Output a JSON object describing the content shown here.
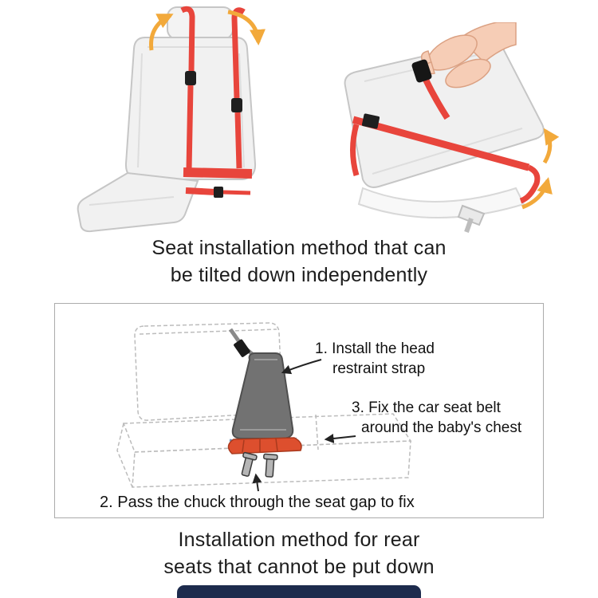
{
  "section_top": {
    "caption_line1": "Seat installation method that can",
    "caption_line2": "be tilted down independently",
    "illustrations": {
      "left": "car-seat-front-with-red-straps",
      "right": "folded-seatback-hands-attaching-strap"
    }
  },
  "section_bottom": {
    "caption_line1": "Installation method for rear",
    "caption_line2": "seats that cannot be put down",
    "illustration": "rear-bench-with-child-pad-dashed",
    "steps": {
      "step1_line1": "1. Install the head",
      "step1_line2": "restraint strap",
      "step2": "2. Pass the chuck through the seat gap to fix",
      "step3_line1": "3. Fix the car seat belt",
      "step3_line2": "around the baby's chest"
    }
  },
  "colors": {
    "strap_red": "#e8453c",
    "arrow_orange": "#f2a93b",
    "seat_outline_gray": "#c6c6c6",
    "pad_gray": "#727272",
    "seat_wedge_red": "#dd4f2e",
    "blue_trim": "#6f8fb8",
    "footer_navy": "#1d2b4d",
    "text": "#1c1c1c",
    "box_border": "#ababab"
  }
}
